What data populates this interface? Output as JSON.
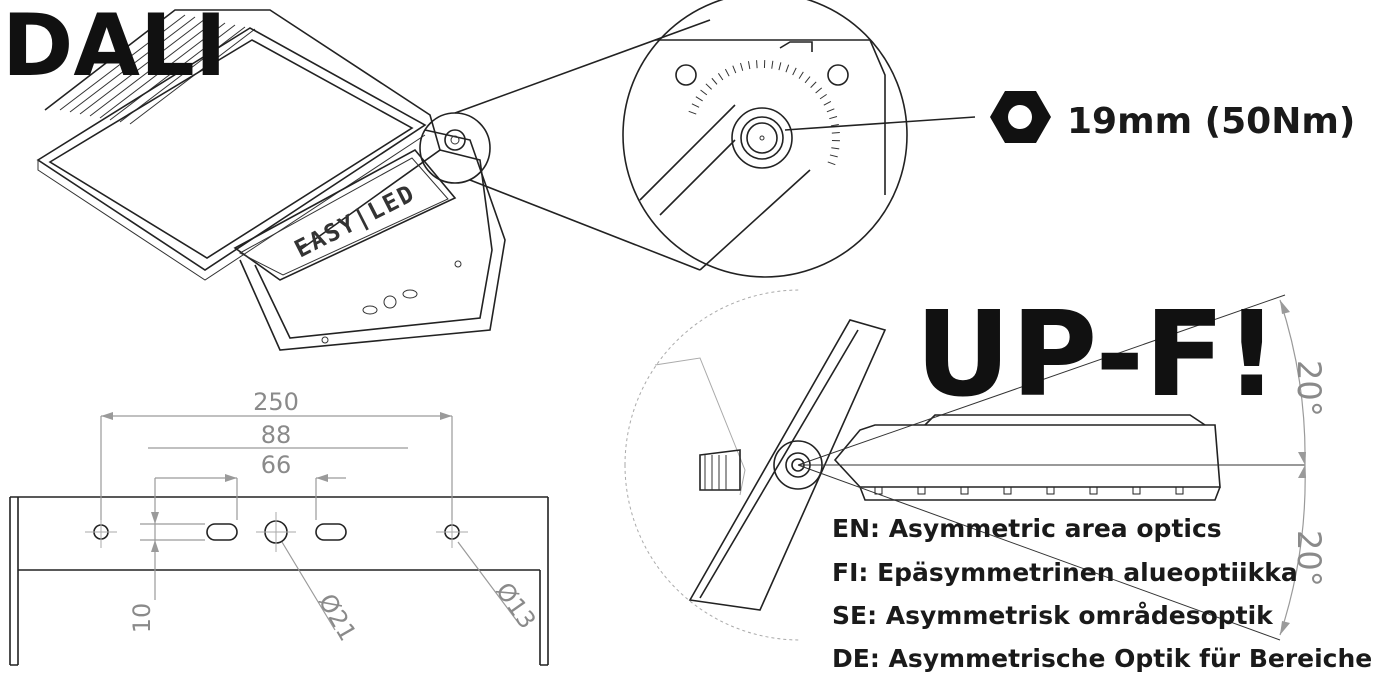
{
  "brand": {
    "name": "DALI"
  },
  "product": {
    "model": "UP-F!",
    "panel_logo": "EASY|LED"
  },
  "hex_spec": {
    "icon": "hexagon-nut-icon",
    "text": "19mm (50Nm)"
  },
  "dimensions": {
    "width_total": "250",
    "width_slots": "88",
    "width_inner": "66",
    "height_slot": "10",
    "hole_center": "Ø21",
    "hole_side": "Ø13"
  },
  "tilt": {
    "upper": "20°",
    "lower": "20°"
  },
  "optics": [
    "EN: Asymmetric area optics",
    "FI: Epäsymmetrinen alueoptiikka",
    "SE: Asymmetrisk områdesoptik",
    "DE: Asymmetrische Optik für Bereiche"
  ],
  "colors": {
    "ink": "#111111",
    "dimension": "#8a8a8a"
  }
}
